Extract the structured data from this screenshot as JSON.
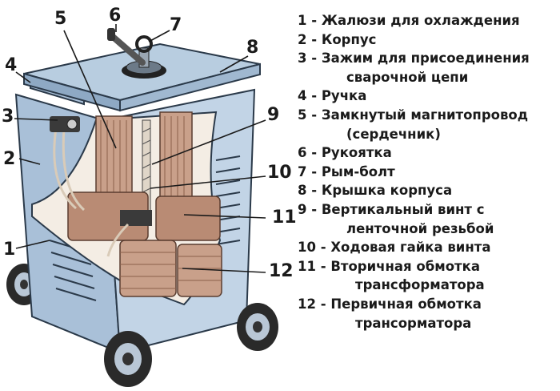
{
  "callouts": [
    "1",
    "2",
    "3",
    "4",
    "5",
    "6",
    "7",
    "8",
    "9",
    "10",
    "11",
    "12"
  ],
  "legend": [
    {
      "num": "1",
      "lines": [
        "Жалюзи для охлаждения"
      ]
    },
    {
      "num": "2",
      "lines": [
        "Корпус"
      ]
    },
    {
      "num": "3",
      "lines": [
        "Зажим для присоединения",
        "сварочной цепи"
      ]
    },
    {
      "num": "4",
      "lines": [
        "Ручка"
      ]
    },
    {
      "num": "5",
      "lines": [
        "Замкнутый магнитопровод",
        "(сердечник)"
      ]
    },
    {
      "num": "6",
      "lines": [
        "Рукоятка"
      ]
    },
    {
      "num": "7",
      "lines": [
        "Рым-болт"
      ]
    },
    {
      "num": "8",
      "lines": [
        "Крышка корпуса"
      ]
    },
    {
      "num": "9",
      "lines": [
        "Вертикальный винт с",
        "ленточной резьбой"
      ]
    },
    {
      "num": "10",
      "lines": [
        "Ходовая гайка винта"
      ]
    },
    {
      "num": "11",
      "lines": [
        "Вторичная обмотка",
        "трансформатора"
      ]
    },
    {
      "num": "12",
      "lines": [
        "Первичная обмотка",
        "трансорматора"
      ]
    }
  ],
  "separator": "-",
  "colors": {
    "casing": "#b8cde0",
    "casing_dark": "#8ea9c4",
    "copper": "#c9a08a",
    "copper_dark": "#9c6f5a",
    "text": "#1a1a1a"
  }
}
